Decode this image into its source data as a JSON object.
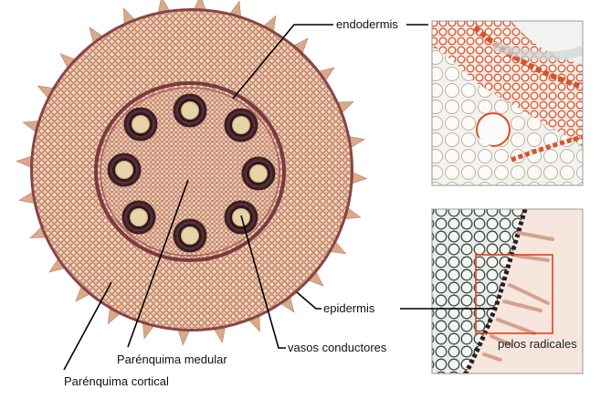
{
  "labels": {
    "endodermis": "endodermis",
    "epidermis": "epidermis",
    "vasos_conductores": "vasos conductores",
    "parenquima_medular": "Parénquima medular",
    "parenquima_cortical": "Parénquima cortical",
    "pelos_radicales": "pelos radicales"
  },
  "colors": {
    "tissue": "#e9c6a1",
    "cell_wall": "#9b4e4f",
    "rim": "#7a3a3f",
    "xylem_ring": "#3a2025",
    "xylem_core": "#e8d2a8",
    "hair": "#d9a98a",
    "leader": "#000000",
    "highlight_box": "#e4401a",
    "inset_bg": "#f6e6de",
    "endo_wall": "#d8532a"
  },
  "icons": [
    "root-cross-section",
    "endodermis-micrograph-inset",
    "epidermis-micrograph-inset"
  ]
}
